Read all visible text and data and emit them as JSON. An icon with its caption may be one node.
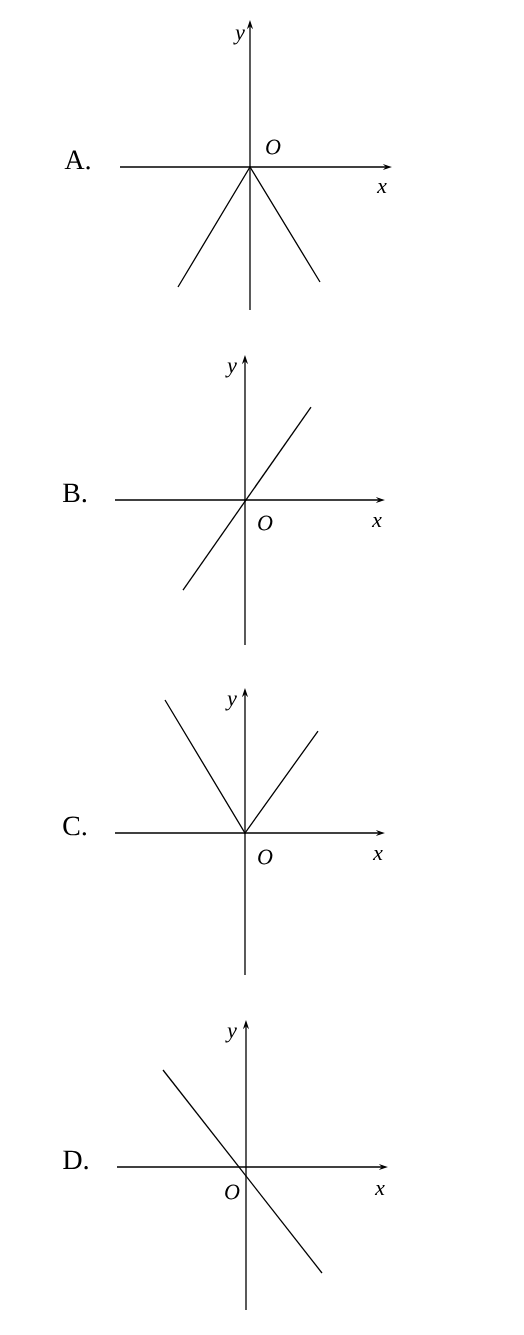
{
  "diagram": {
    "labels": [
      "y",
      "A.",
      "O",
      "x",
      "y",
      "B.",
      "O",
      "x",
      "y",
      "C.",
      "O",
      "x",
      "y",
      "D.",
      "O",
      "x"
    ]
  }
}
